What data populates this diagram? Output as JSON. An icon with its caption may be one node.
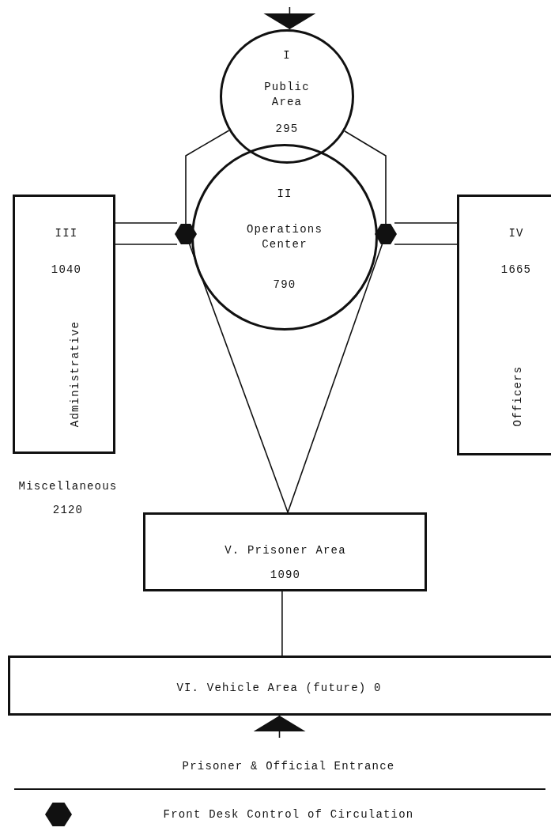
{
  "diagram": {
    "nodes": [
      {
        "text": [
          "I",
          "Public Area",
          "295"
        ]
      },
      {
        "text": [
          "II",
          "Operations Center",
          "790"
        ]
      },
      {
        "text": [
          "III",
          "1040",
          "Administrative"
        ]
      },
      {
        "text": [
          "IV",
          "1665",
          "Officers"
        ]
      },
      {
        "text": [
          "V. Prisoner Area",
          "1090"
        ]
      },
      {
        "text": [
          "VI. Vehicle Area (future) 0"
        ]
      },
      {
        "text": [],
        "shape": "hexagon"
      },
      {
        "text": [],
        "shape": "hexagon"
      }
    ],
    "edges": [
      {
        "from": null,
        "to": 0,
        "arrow": "to"
      },
      {
        "from": 0,
        "to": 6,
        "arrow": "none"
      },
      {
        "from": 0,
        "to": 7,
        "arrow": "none"
      },
      {
        "from": 6,
        "to": 2,
        "arrow": "none"
      },
      {
        "from": 7,
        "to": 3,
        "arrow": "none"
      },
      {
        "from": 6,
        "to": 4,
        "arrow": "none"
      },
      {
        "from": 7,
        "to": 4,
        "arrow": "none"
      },
      {
        "from": 4,
        "to": 5,
        "arrow": "none"
      },
      {
        "from": null,
        "to": 5,
        "arrow": "to"
      },
      {
        "from": 6,
        "to": 2,
        "arrow": "none"
      },
      {
        "from": 7,
        "to": 3,
        "arrow": "none"
      }
    ],
    "labels": [
      "Miscellaneous",
      "2120",
      "Prisoner & Official Entrance"
    ],
    "legend": [
      {
        "text": "Front Desk Control of Circulation"
      }
    ]
  }
}
